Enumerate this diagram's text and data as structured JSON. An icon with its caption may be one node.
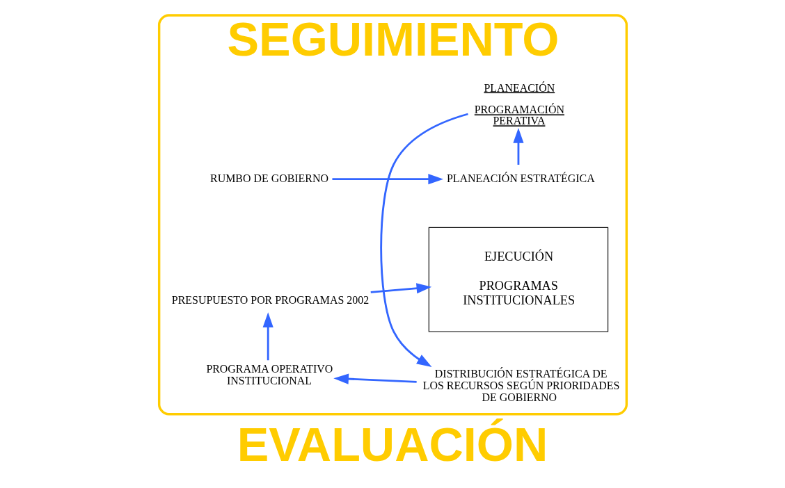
{
  "diagram": {
    "title": "SEGUIMIENTO",
    "caption": "EVALUACIÓN",
    "nodes": [
      {
        "text": [],
        "shape": "ellipse"
      },
      {
        "text": [
          "RUMBO DE GOBIERNO"
        ],
        "in": 0
      },
      {
        "text": [
          "PLANEACIÓN ESTRATÉGICA"
        ],
        "in": 0
      },
      {
        "text": [
          "PLANEACIÓN",
          "PROGRAMACIÓN PERATIVA"
        ],
        "in": 0
      },
      {
        "text": [
          "DISTRIBUCIÓN ESTRATÉGICA DE LOS RECURSOS SEGÚN PRIORIDADES DE GOBIERNO"
        ],
        "in": 0
      },
      {
        "text": [
          "PROGRAMA OPERATIVO INSTITUCIONAL"
        ],
        "in": 0
      },
      {
        "text": [
          "PRESUPUESTO POR PROGRAMAS 2002"
        ],
        "in": 0
      },
      {
        "text": [
          "EJECUCIÓN",
          "PROGRAMAS INSTITUCIONALES"
        ],
        "in": 0
      }
    ],
    "edges": [
      {
        "from": 1,
        "to": 2,
        "arrow": "to"
      },
      {
        "from": 2,
        "to": 3,
        "arrow": "to"
      },
      {
        "from": 3,
        "to": 4,
        "arrow": "to"
      },
      {
        "from": 4,
        "to": 5,
        "arrow": "to"
      },
      {
        "from": 5,
        "to": 6,
        "arrow": "to"
      },
      {
        "from": 6,
        "to": 7,
        "arrow": "to"
      }
    ]
  }
}
